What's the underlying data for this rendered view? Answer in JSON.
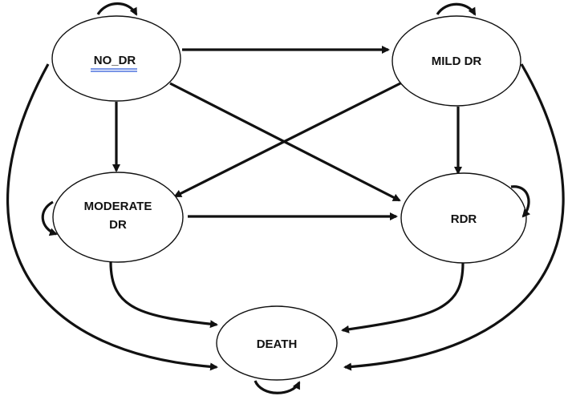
{
  "nodes": {
    "no_dr": {
      "label": "NO_DR"
    },
    "mild_dr": {
      "label": "MILD DR"
    },
    "moderate_dr": {
      "label_line1": "MODERATE",
      "label_line2": "DR"
    },
    "rdr": {
      "label": "RDR"
    },
    "death": {
      "label": "DEATH"
    }
  },
  "colors": {
    "stroke": "#111111",
    "spellcheck_underline": "#2b57d6"
  }
}
